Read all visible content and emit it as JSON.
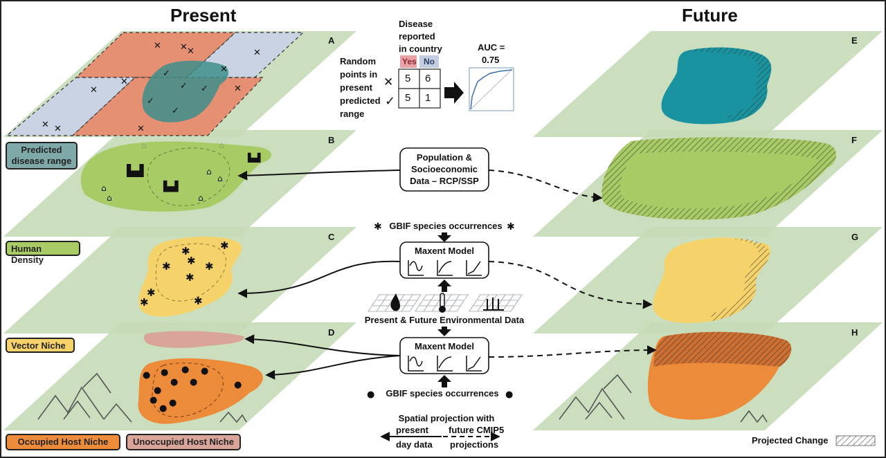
{
  "headers": {
    "present": "Present",
    "future": "Future"
  },
  "panel_letters": [
    "A",
    "B",
    "C",
    "D",
    "E",
    "F",
    "G",
    "H"
  ],
  "labels": {
    "predicted_disease_range": "Predicted disease range",
    "human_density": "Human Density",
    "vector_niche": "Vector Niche",
    "occupied_host_niche": "Occupied Host Niche",
    "unoccupied_host_niche": "Unoccupied Host Niche"
  },
  "validation": {
    "disease_reported": [
      "Disease",
      "reported",
      "in country"
    ],
    "yes": "Yes",
    "no": "No",
    "random_points": [
      "Random",
      "points in",
      "present",
      "predicted",
      "range"
    ],
    "table": [
      [
        "5",
        "6"
      ],
      [
        "5",
        "1"
      ]
    ],
    "auc_label": "AUC =",
    "auc_value": "0.75"
  },
  "process": {
    "population_data": [
      "Population &",
      "Socioeconomic",
      "Data – RCP/SSP"
    ],
    "gbif_top": "GBIF species occurrences",
    "maxent_1": "Maxent Model",
    "env_data": "Present & Future Environmental Data",
    "maxent_2": "Maxent Model",
    "gbif_bottom": "GBIF species occurrences"
  },
  "projection_legend": {
    "title": "Spatial projection with",
    "left_1": "present",
    "left_2": "day data",
    "right_1": "future CMIP5",
    "right_2": "projections"
  },
  "projected_change": "Projected Change",
  "colors": {
    "plane": "#c5dbb7",
    "disease": "#2f8f8c",
    "human": "#a8cb65",
    "vector": "#f6d36a",
    "host_occupied": "#ec8b3a",
    "host_unoccupied": "#d9a59b",
    "present_red": "#e58f73",
    "present_blue": "#c9d3e3",
    "future_teal": "#1a93a0"
  }
}
